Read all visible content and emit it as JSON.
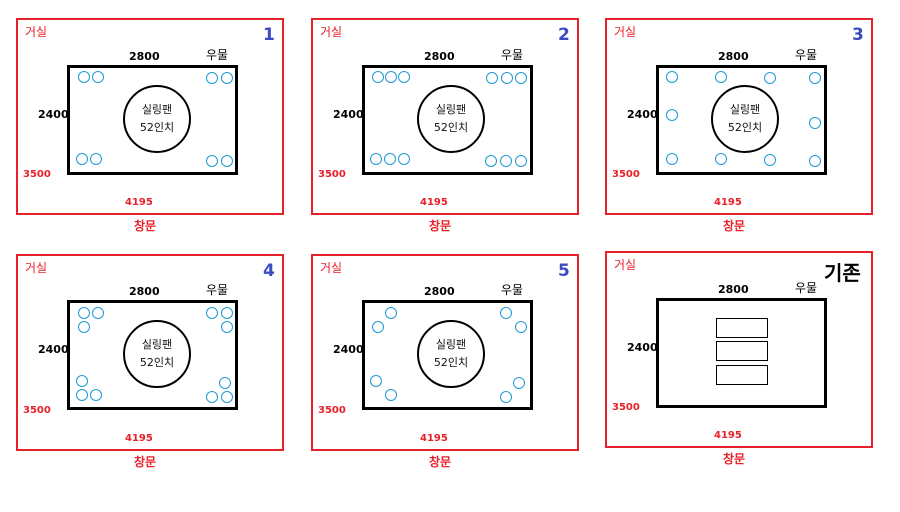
{
  "labels": {
    "room": "거실",
    "well": "우물",
    "width": "2800",
    "height": "2400",
    "outer_height": "3500",
    "outer_width": "4195",
    "window": "창문",
    "fan_line1": "실링팬",
    "fan_line2": "52인치"
  },
  "panels": [
    {
      "id": "1",
      "number": "1",
      "lights": [
        [
          84,
          77
        ],
        [
          98,
          77
        ],
        [
          212,
          78
        ],
        [
          227,
          78
        ],
        [
          82,
          159
        ],
        [
          96,
          159
        ],
        [
          212,
          161
        ],
        [
          227,
          161
        ]
      ]
    },
    {
      "id": "2",
      "number": "2",
      "lights": [
        [
          378,
          77
        ],
        [
          391,
          77
        ],
        [
          404,
          77
        ],
        [
          492,
          78
        ],
        [
          507,
          78
        ],
        [
          521,
          78
        ],
        [
          376,
          159
        ],
        [
          390,
          159
        ],
        [
          404,
          159
        ],
        [
          491,
          161
        ],
        [
          506,
          161
        ],
        [
          521,
          161
        ]
      ]
    },
    {
      "id": "3",
      "number": "3",
      "lights": [
        [
          672,
          77
        ],
        [
          721,
          77
        ],
        [
          770,
          78
        ],
        [
          815,
          78
        ],
        [
          672,
          115
        ],
        [
          815,
          123
        ],
        [
          672,
          159
        ],
        [
          721,
          159
        ],
        [
          770,
          160
        ],
        [
          815,
          161
        ]
      ]
    },
    {
      "id": "4",
      "number": "4",
      "lights": [
        [
          84,
          313
        ],
        [
          98,
          313
        ],
        [
          84,
          327
        ],
        [
          212,
          313
        ],
        [
          227,
          313
        ],
        [
          227,
          327
        ],
        [
          82,
          381
        ],
        [
          82,
          395
        ],
        [
          96,
          395
        ],
        [
          225,
          383
        ],
        [
          212,
          397
        ],
        [
          227,
          397
        ]
      ]
    },
    {
      "id": "5",
      "number": "5",
      "lights": [
        [
          391,
          313
        ],
        [
          378,
          327
        ],
        [
          506,
          313
        ],
        [
          521,
          327
        ],
        [
          376,
          381
        ],
        [
          391,
          395
        ],
        [
          519,
          383
        ],
        [
          506,
          397
        ]
      ]
    }
  ],
  "existing": {
    "title": "기존"
  },
  "colors": {
    "outer_border": "#e8202a",
    "light": "#1e9ad6",
    "panel_number": "#3b4bc4"
  }
}
